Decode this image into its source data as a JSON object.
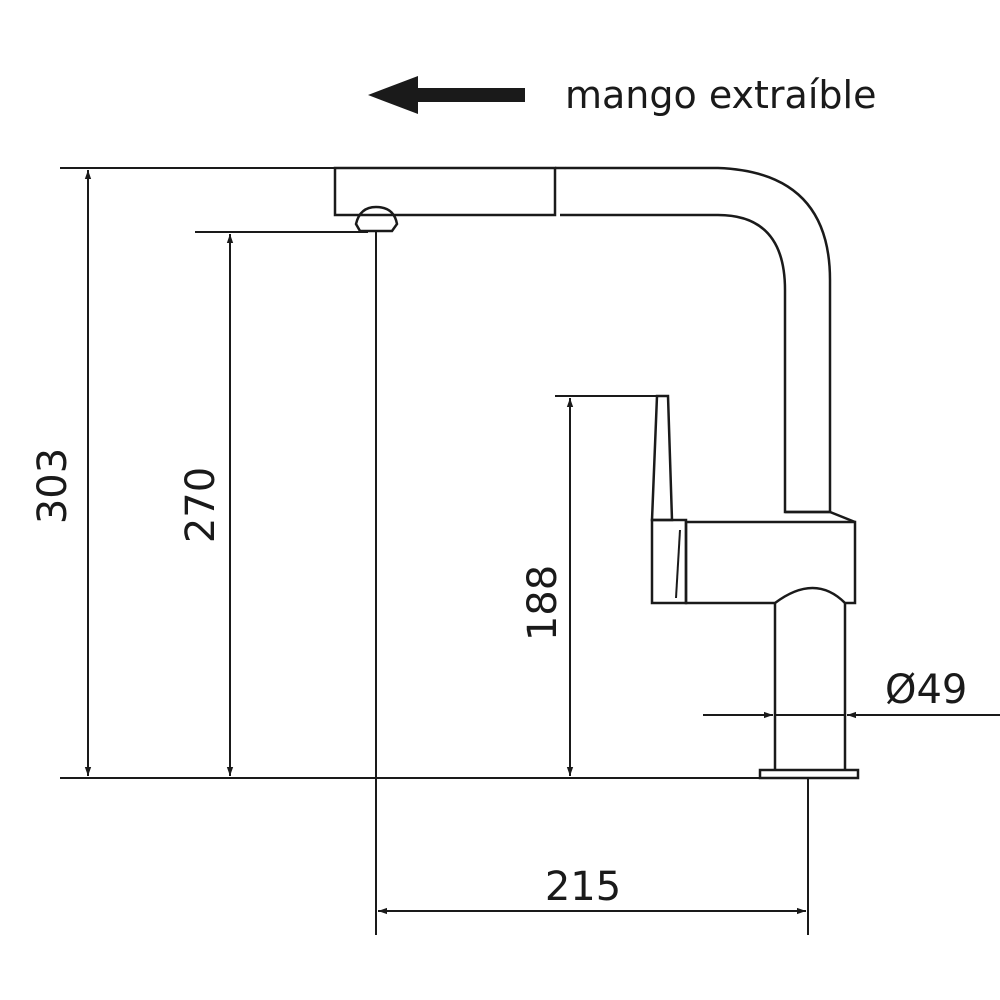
{
  "caption": "mango extraíble",
  "dimensions": {
    "total_height": "303",
    "spout_height": "270",
    "lever_height": "188",
    "base_diameter": "Ø49",
    "reach": "215"
  },
  "icons": {
    "direction_arrow": "arrow-left-icon"
  }
}
